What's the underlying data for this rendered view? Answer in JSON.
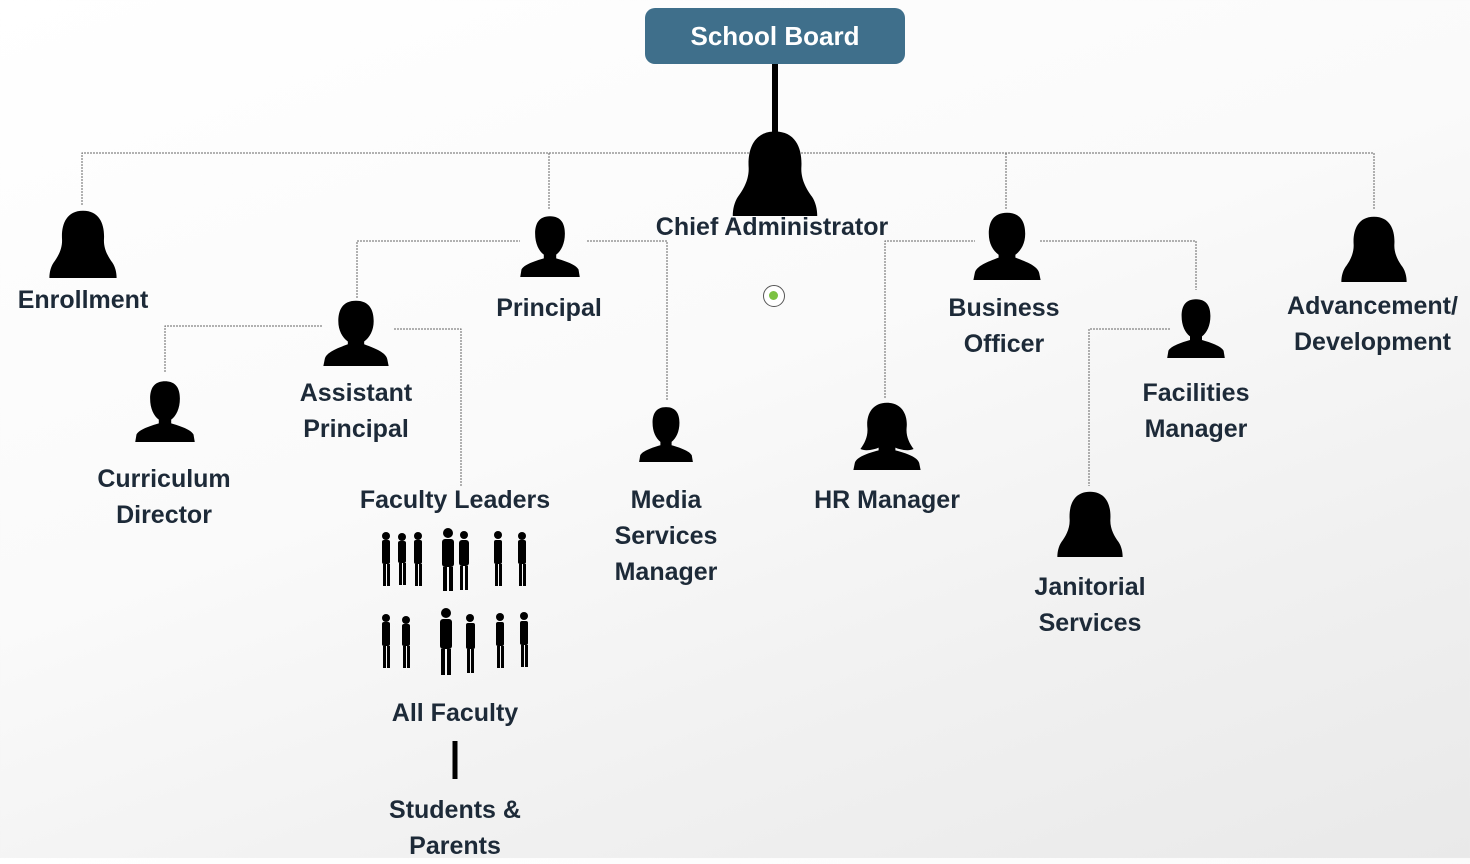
{
  "root": {
    "label": "School Board"
  },
  "chief": {
    "label": "Chief Administrator"
  },
  "positions": {
    "enrollment": "Enrollment",
    "principal": "Principal",
    "business_officer": "Business\nOfficer",
    "advancement": "Advancement/\nDevelopment",
    "assistant_principal": "Assistant\nPrincipal",
    "curriculum_director": "Curriculum\nDirector",
    "faculty_leaders": "Faculty Leaders",
    "all_faculty": "All Faculty",
    "students_parents": "Students &\nParents",
    "media_services": "Media\nServices\nManager",
    "hr_manager": "HR Manager",
    "facilities_manager": "Facilities\nManager",
    "janitorial_services": "Janitorial\nServices"
  },
  "colors": {
    "root_box": "#3f6f8b",
    "label_text": "#1d2a38",
    "silhouette": "#000000",
    "connector": "#666666",
    "radio_accent": "#7cc242"
  }
}
